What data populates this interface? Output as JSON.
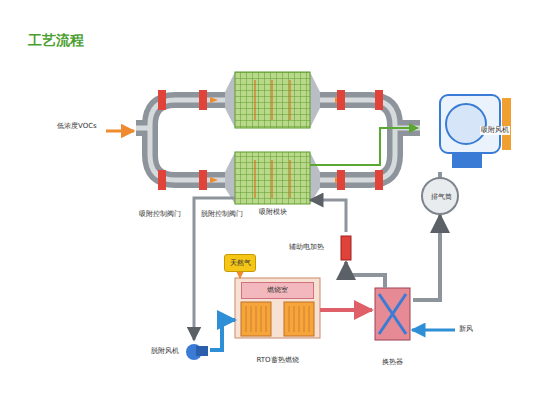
{
  "diagram": {
    "title": "工艺流程",
    "nodes": [
      {
        "text": [
          "吸附模块"
        ]
      },
      {
        "text": [
          "吸附风机"
        ]
      },
      {
        "text": [
          "排气筒"
        ]
      },
      {
        "text": [
          "辅助电加热"
        ]
      },
      {
        "text": [
          "天然气"
        ]
      },
      {
        "text": [
          "RTO蓄热燃烧"
        ]
      },
      {
        "text": [
          "燃烧室"
        ],
        "in": 5
      },
      {
        "text": [
          "脱附风机"
        ]
      },
      {
        "text": [
          "换热器"
        ]
      }
    ],
    "edges": [
      {
        "from": 0,
        "to": 1,
        "arrow": "to"
      },
      {
        "from": 1,
        "to": 2,
        "arrow": "none"
      },
      {
        "from": 8,
        "to": 2,
        "arrow": "to"
      },
      {
        "from": 8,
        "to": 3,
        "arrow": "to"
      },
      {
        "from": 3,
        "to": 0,
        "arrow": "to"
      },
      {
        "from": 0,
        "to": 7,
        "arrow": "to"
      },
      {
        "from": 7,
        "to": 5,
        "arrow": "to"
      },
      {
        "from": 4,
        "to": 5,
        "arrow": "to"
      },
      {
        "from": 5,
        "to": 8,
        "arrow": "to"
      }
    ],
    "labels": [
      "低浓度VOCs",
      "吸附控制阀门",
      "脱附控制阀门",
      "新风"
    ]
  }
}
